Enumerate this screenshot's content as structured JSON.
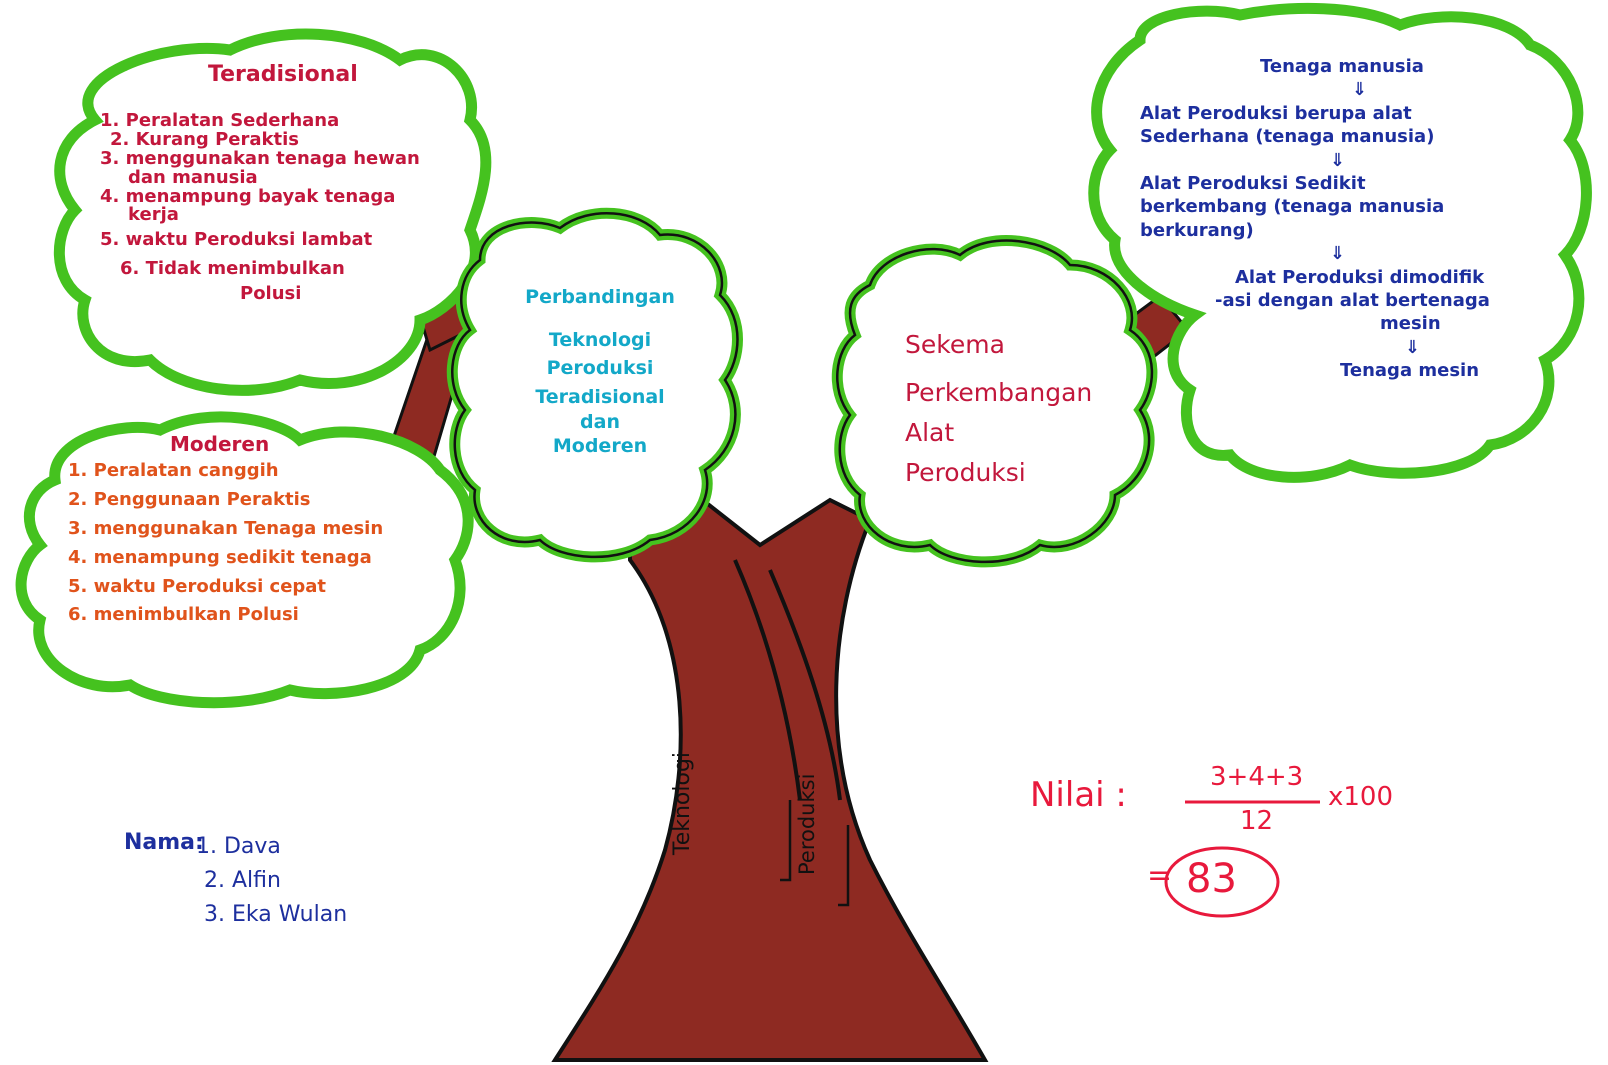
{
  "tradisional": {
    "title": "Teradisional",
    "items": [
      "1. Peralatan Sederhana",
      "2. Kurang Peraktis",
      "3. menggunakan tenaga hewan",
      "dan manusia",
      "4. menampung bayak tenaga",
      "kerja",
      "5. waktu Peroduksi lambat",
      "6. Tidak menimbulkan",
      "Polusi"
    ]
  },
  "modern": {
    "title": "Moderen",
    "items": [
      "1. Peralatan canggih",
      "2. Penggunaan Peraktis",
      "3. menggunakan Tenaga mesin",
      "4. menampung sedikit tenaga",
      "5. waktu Peroduksi cepat",
      "6. menimbulkan Polusi"
    ]
  },
  "center_left": {
    "lines": [
      "Perbandingan",
      "Teknologi",
      "Peroduksi",
      "Teradisional",
      "dan",
      "Moderen"
    ]
  },
  "center_right": {
    "lines": [
      "Sekema",
      "Perkembangan",
      "Alat",
      "Peroduksi"
    ]
  },
  "skema": {
    "steps": [
      "Tenaga manusia",
      "⇓",
      "Alat Peroduksi berupa alat",
      "Sederhana (tenaga manusia)",
      "⇓",
      "Alat Peroduksi Sedikit",
      "berkembang (tenaga manusia",
      "berkurang)",
      "⇓",
      "Alat Peroduksi dimodifik",
      "-asi dengan alat bertenaga",
      "mesin",
      "⇓",
      "Tenaga mesin"
    ]
  },
  "trunk": {
    "label1": "Teknologi",
    "label2": "Peroduksi"
  },
  "nama": {
    "label": "Nama:",
    "members": [
      "1. Dava",
      "2. Alfin",
      "3. Eka Wulan"
    ]
  },
  "nilai": {
    "label": "Nilai :",
    "numerator": "3+4+3",
    "denominator": "12",
    "multiplier": "x100",
    "equals": "=",
    "score": "83"
  },
  "colors": {
    "leaf_green": "#45c21f",
    "trunk_brown": "#8e2a22",
    "outline": "#111111",
    "red": "#c2173c",
    "blue": "#1d2f9e",
    "cyan": "#13a8c8",
    "orange": "#e0531b"
  }
}
